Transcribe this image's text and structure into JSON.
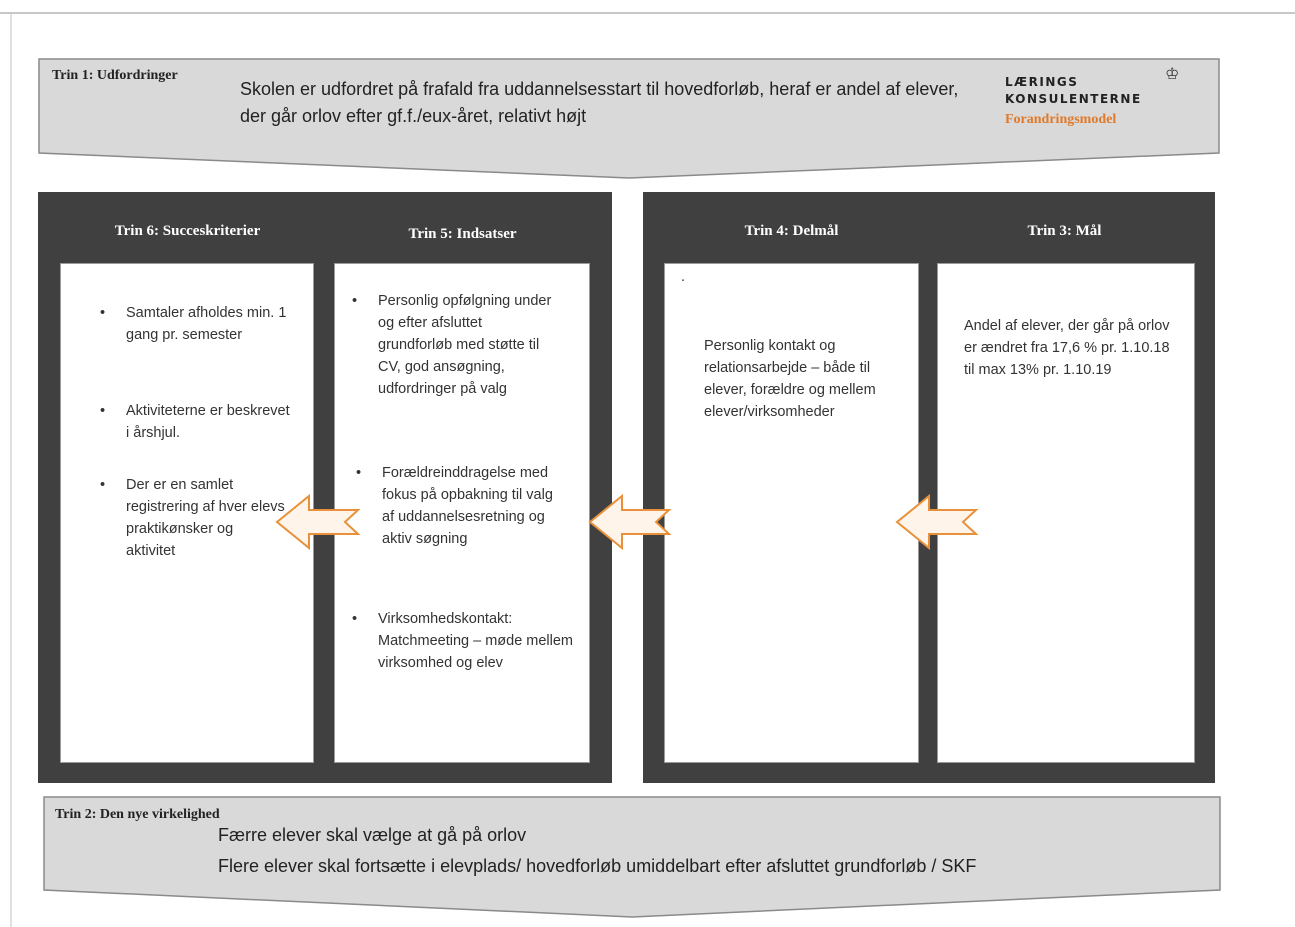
{
  "trin1": {
    "label": "Trin 1: Udfordringer",
    "text": "Skolen er udfordret på frafald fra uddannelsesstart til hovedforløb, heraf er andel af elever, der går orlov efter gf.f./eux-året, relativt højt"
  },
  "logo": {
    "line1": "LÆRINGS",
    "line2": "KONSULENTERNE",
    "model": "Forandringsmodel",
    "crown": "♔"
  },
  "columns": {
    "trin6": {
      "title": "Trin 6: Succeskriterier",
      "bullets": [
        "Samtaler afholdes min. 1 gang pr. semester",
        "Aktiviteterne er beskrevet i årshjul.",
        "Der er en samlet registrering af hver elevs praktikønsker og aktivitet"
      ]
    },
    "trin5": {
      "title": "Trin 5: Indsatser",
      "bullets": [
        "Personlig opfølgning under og efter afsluttet grundforløb med støtte til CV, god ansøgning, udfordringer på valg",
        "Forældreinddragelse med fokus på opbakning til valg af uddannelsesretning og aktiv søgning",
        "Virksomhedskontakt: Matchmeeting – møde mellem virksomhed og elev"
      ]
    },
    "trin4": {
      "title": "Trin 4: Delmål",
      "mark": ".",
      "text": "Personlig kontakt og relationsarbejde – både til elever, forældre og mellem elever/virksomheder"
    },
    "trin3": {
      "title": "Trin 3: Mål",
      "text": "Andel af elever, der går på orlov er ændret fra 17,6 % pr. 1.10.18 til max 13% pr. 1.10.19"
    }
  },
  "bullet_char": "•",
  "trin2": {
    "label": "Trin 2: Den nye virkelighed",
    "line1": "Færre elever skal vælge at gå på orlov",
    "line2": "Flere elever skal fortsætte i elevplads/ hovedforløb umiddelbart efter afsluttet grundforløb / SKF"
  },
  "colors": {
    "banner_fill": "#d9d9d9",
    "panel": "#404040",
    "arrow_stroke": "#e8913a",
    "arrow_fill": "#fff4ea",
    "logo_accent": "#e07a2a"
  }
}
